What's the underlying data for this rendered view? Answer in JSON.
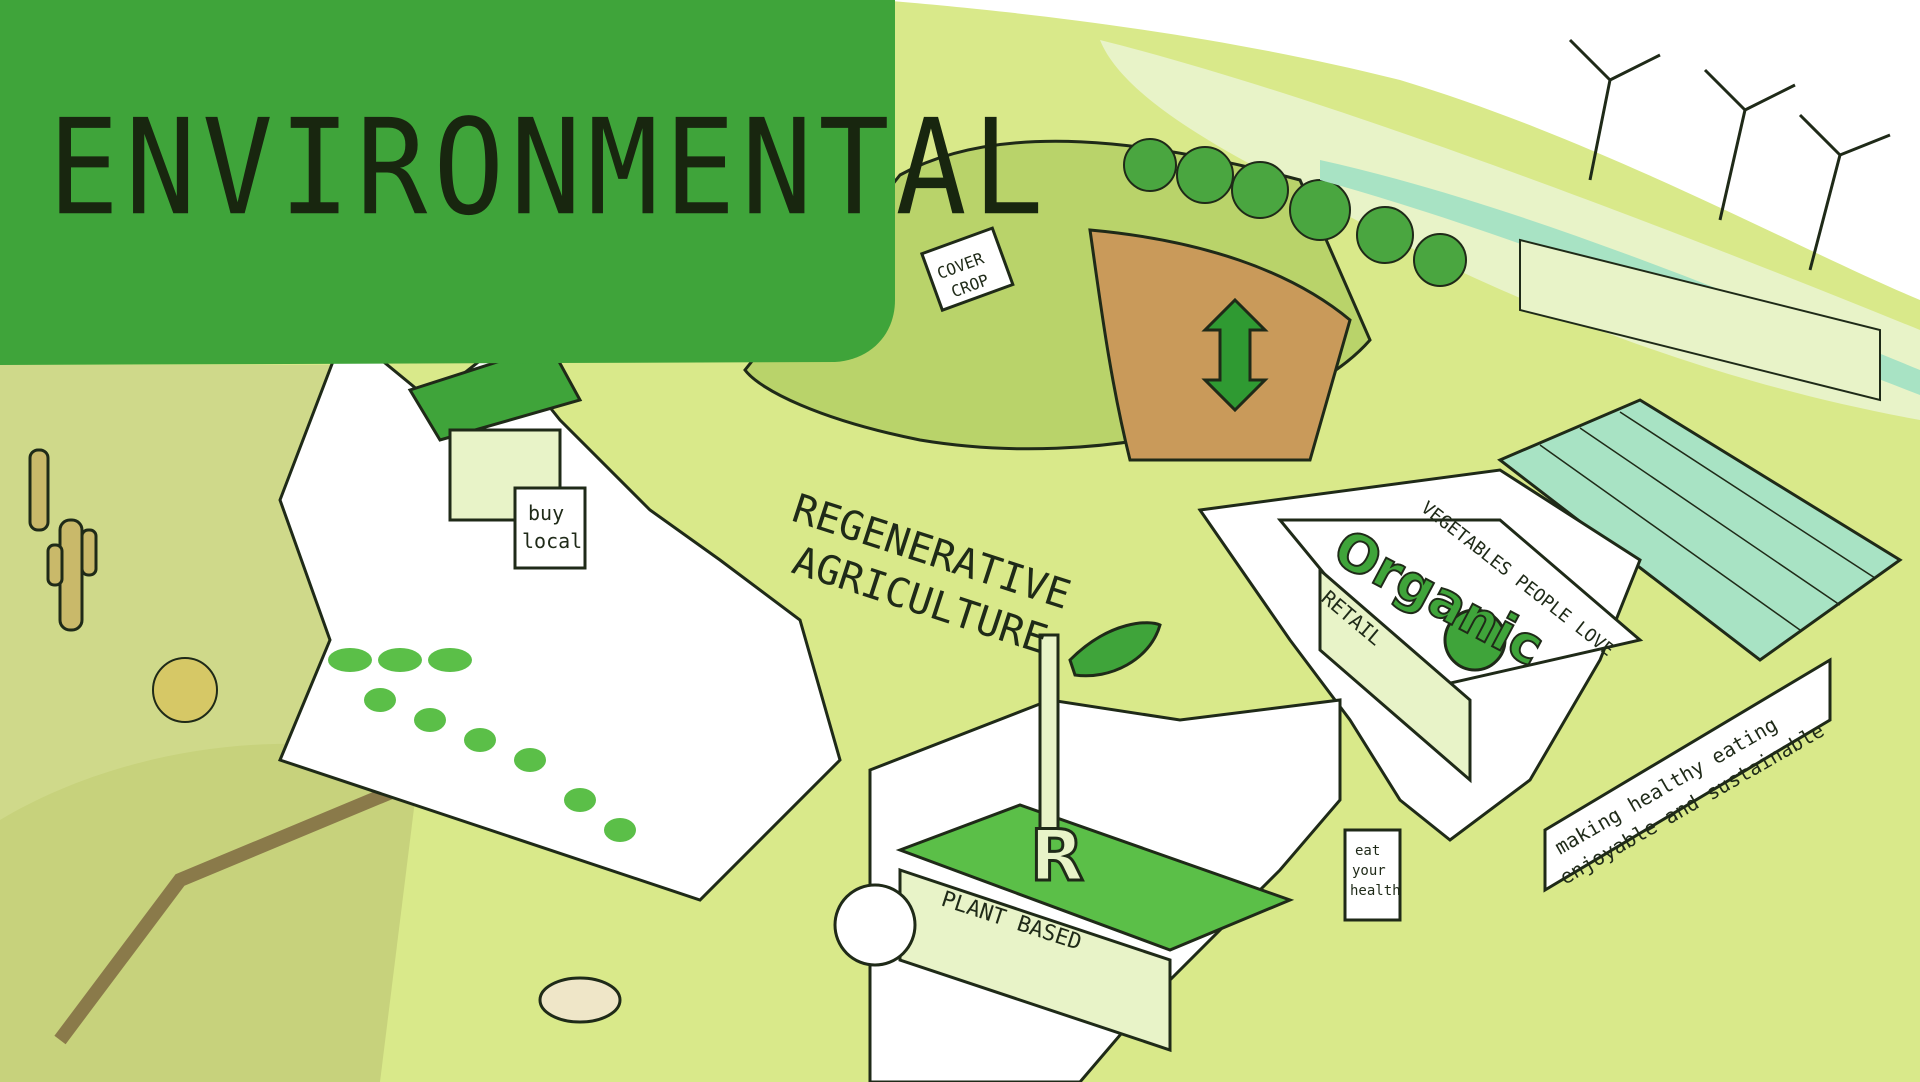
{
  "title": "ENVIRONMENTAL",
  "center_label": {
    "line1": "REGENERATIVE",
    "line2": "AGRICULTURE"
  },
  "signs": {
    "cover_crop": {
      "line1": "COVER",
      "line2": "CROP"
    },
    "buy_local": {
      "line1": "buy",
      "line2": "local"
    },
    "eat_your_health": {
      "line1": "eat",
      "line2": "your",
      "line3": "health"
    },
    "banner": {
      "line1": "making healthy eating",
      "line2": "enjoyable and sustainable"
    }
  },
  "store": {
    "logo": "Organic",
    "roof_text": "VEGETABLES PEOPLE LOVE",
    "front_text": "RETAIL"
  },
  "restaurant": {
    "letter": "R",
    "front_text": "PLANT BASED"
  },
  "colors": {
    "field": "#d9e98a",
    "title_panel": "#3fa43a",
    "dark_green": "#2f8f2c",
    "ink": "#1f2a18",
    "arrow_white": "#ffffff",
    "mint": "#a8e3c4"
  }
}
